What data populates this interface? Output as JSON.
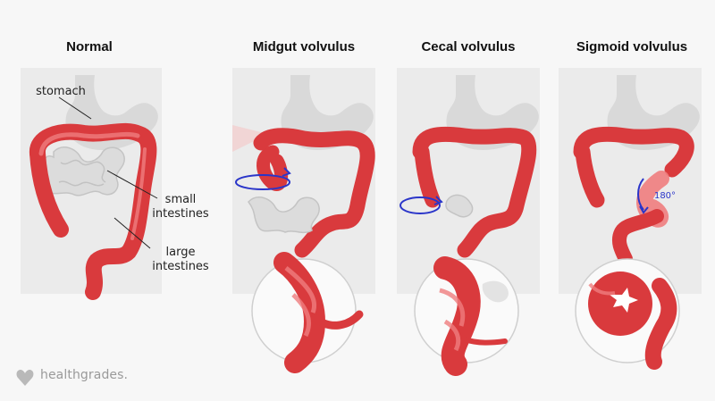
{
  "panels": [
    {
      "title": "Normal"
    },
    {
      "title": "Midgut volvulus"
    },
    {
      "title": "Cecal volvulus"
    },
    {
      "title": "Sigmoid volvulus"
    }
  ],
  "labels": {
    "stomach": "stomach",
    "small_intestines_1": "small",
    "small_intestines_2": "intestines",
    "large_intestines_1": "large",
    "large_intestines_2": "intestines",
    "rotation": "180°"
  },
  "brand": {
    "name": "healthgrades."
  },
  "colors": {
    "intestine": "#d93a3d",
    "intestine_light": "#ef7d7e",
    "organ_gray": "#d6d6d6",
    "panel_bg": "#ebebeb",
    "arrow": "#2a35c9"
  }
}
